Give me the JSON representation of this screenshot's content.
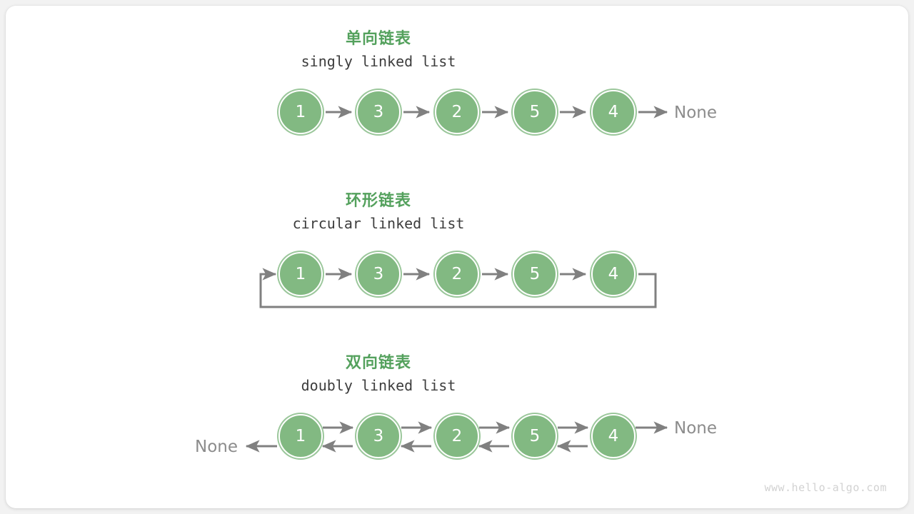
{
  "theme": {
    "page_background": "#f2f2f2",
    "card_background": "#ffffff",
    "node_fill": "#82b982",
    "node_ring": "#9bc79b",
    "node_text": "#ffffff",
    "title_green": "#54a15d",
    "subtitle_gray": "#3d3d3d",
    "arrow_gray": "#808080",
    "none_gray": "#8c8c8c",
    "watermark_gray": "#d2d2d2"
  },
  "sections": [
    {
      "id": "singly",
      "title": "单向链表",
      "subtitle": "singly linked list",
      "nodes": [
        "1",
        "3",
        "2",
        "5",
        "4"
      ],
      "tail_label": "None",
      "head_label": ""
    },
    {
      "id": "circular",
      "title": "环形链表",
      "subtitle": "circular linked list",
      "nodes": [
        "1",
        "3",
        "2",
        "5",
        "4"
      ],
      "tail_label": "",
      "head_label": ""
    },
    {
      "id": "doubly",
      "title": "双向链表",
      "subtitle": "doubly linked list",
      "nodes": [
        "1",
        "3",
        "2",
        "5",
        "4"
      ],
      "tail_label": "None",
      "head_label": "None"
    }
  ],
  "watermark": "www.hello-algo.com"
}
